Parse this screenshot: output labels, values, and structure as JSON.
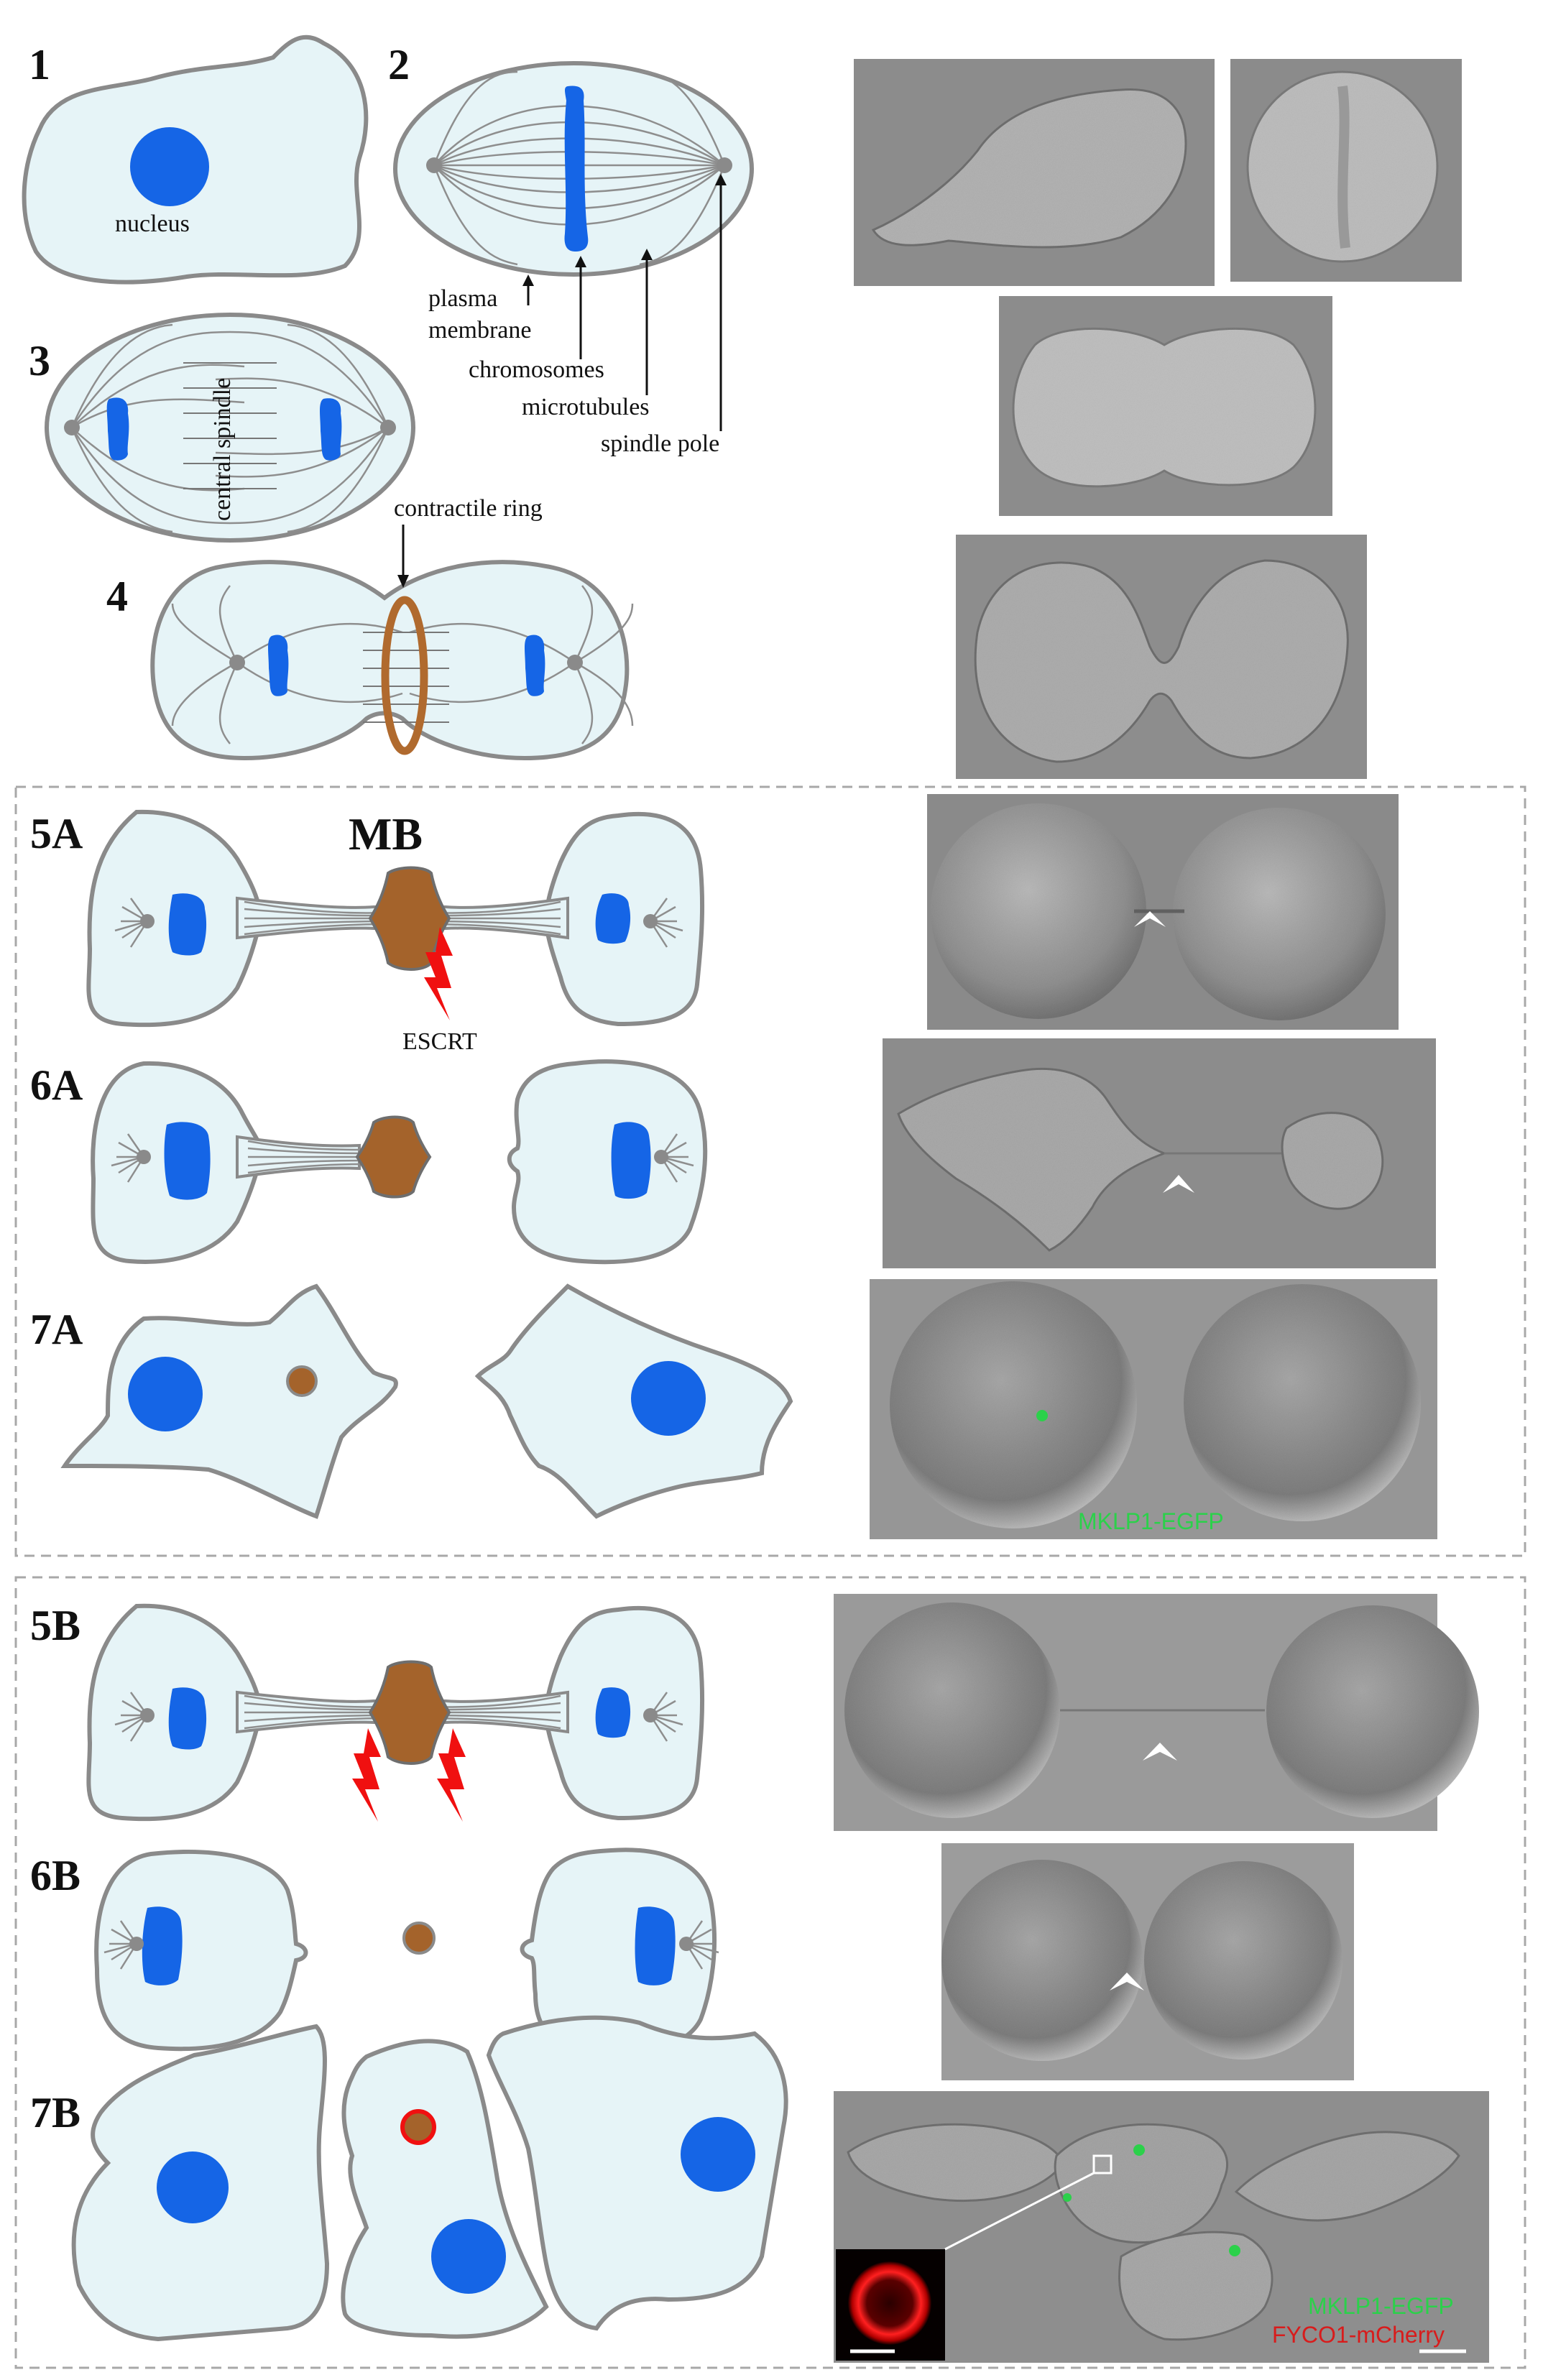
{
  "panels": {
    "p1": "1",
    "p2": "2",
    "p3": "3",
    "p4": "4",
    "p5a": "5A",
    "p6a": "6A",
    "p7a": "7A",
    "p5b": "5B",
    "p6b": "6B",
    "p7b": "7B"
  },
  "annotations": {
    "nucleus": "nucleus",
    "plasma_membrane_1": "plasma",
    "plasma_membrane_2": "membrane",
    "chromosomes": "chromosomes",
    "microtubules": "microtubules",
    "spindle_pole": "spindle pole",
    "central_spindle": "central spindle",
    "contractile_ring": "contractile ring",
    "mb": "MB",
    "escrt": "ESCRT"
  },
  "legends": {
    "mklp1_7a": "MKLP1-EGFP",
    "mklp1_7b": "MKLP1-EGFP",
    "fyco1_7b": "FYCO1-mCherry"
  },
  "colors": {
    "cytoplasm": "#e6f4f7",
    "membrane": "#8a8a8a",
    "nucleus": "#1565e6",
    "midbody": "#a4632b",
    "escrt": "#f01010",
    "egfp": "#2bd14a",
    "mcherry": "#d81c1c"
  }
}
